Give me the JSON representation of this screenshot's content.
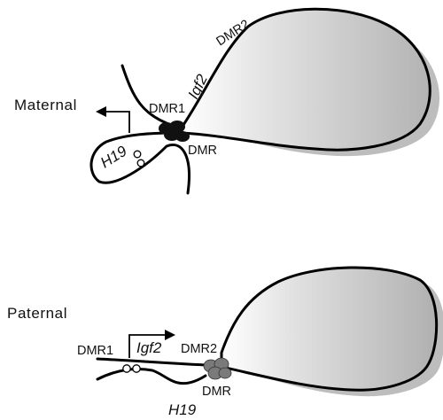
{
  "figure": {
    "maternal": {
      "allele_label": "Maternal",
      "dmr2_label": "DMR2",
      "igf2_label": "Igf2",
      "dmr1_label": "DMR1",
      "h19_label": "H19",
      "dmr_label": "DMR"
    },
    "paternal": {
      "allele_label": "Paternal",
      "dmr1_label": "DMR1",
      "igf2_label": "Igf2",
      "dmr2_label": "DMR2",
      "dmr_label": "DMR",
      "h19_label": "H19"
    },
    "colors": {
      "line": "#000000",
      "loop_fill_light": "#ffffff",
      "loop_fill_dark": "#b3b3b3",
      "loop_shadow": "#bdbdbd",
      "bound_complex_maternal": "#111111",
      "bound_complex_paternal": "#7a7a7a",
      "unmethylated_sites": "#ffffff"
    }
  }
}
